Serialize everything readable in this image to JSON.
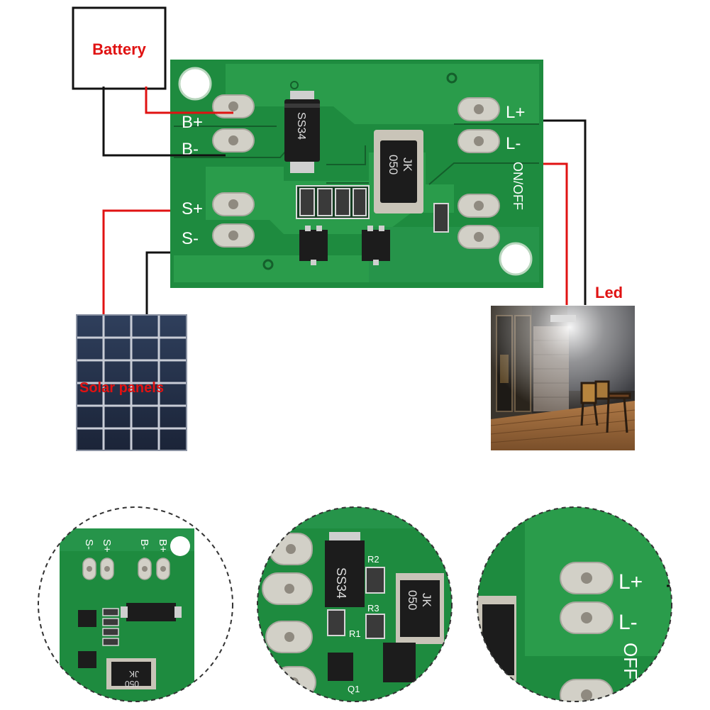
{
  "labels": {
    "battery": "Battery",
    "solar": "Solar panels",
    "led": "Led"
  },
  "board": {
    "pins": {
      "b_plus": "B+",
      "b_minus": "B-",
      "s_plus": "S+",
      "s_minus": "S-",
      "l_plus": "L+",
      "l_minus": "L-",
      "switch": "ON/OFF"
    },
    "diode": "SS34",
    "inductor_top": "JK",
    "inductor_bottom": "050"
  },
  "zoom_mid": {
    "diode": "SS34",
    "r1": "R1",
    "r2": "R2",
    "r3": "R3",
    "q1": "Q1",
    "ind_top": "JK",
    "ind_bottom": "050"
  },
  "zoom_right": {
    "l_plus": "L+",
    "l_minus": "L-",
    "switch": "OFF"
  },
  "colors": {
    "pcb": "#1e8b3f",
    "wire_red": "#e01212",
    "wire_black": "#111111",
    "label_red": "#e01212"
  }
}
